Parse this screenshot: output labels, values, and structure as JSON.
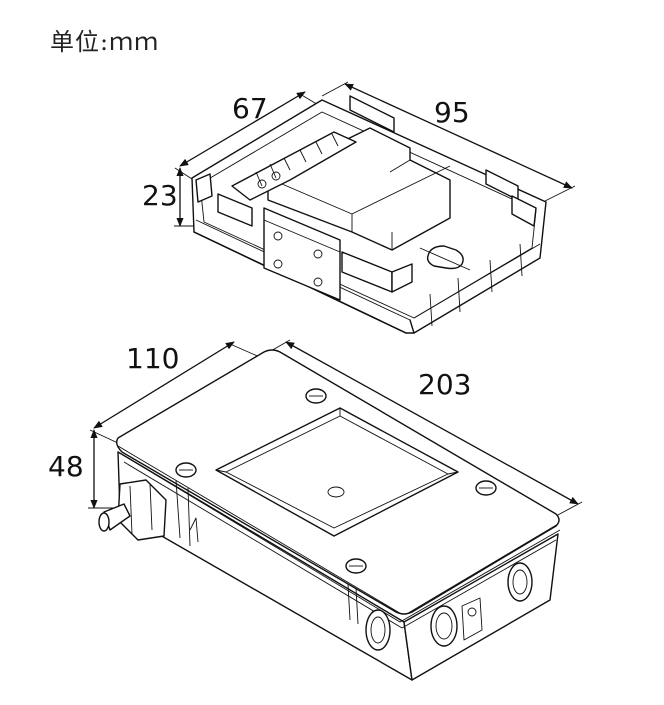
{
  "unit_label": "单位:ｍｍ",
  "top_module": {
    "depth": "67",
    "length": "95",
    "height": "23"
  },
  "bottom_enclosure": {
    "depth": "110",
    "length": "203",
    "height": "48"
  }
}
